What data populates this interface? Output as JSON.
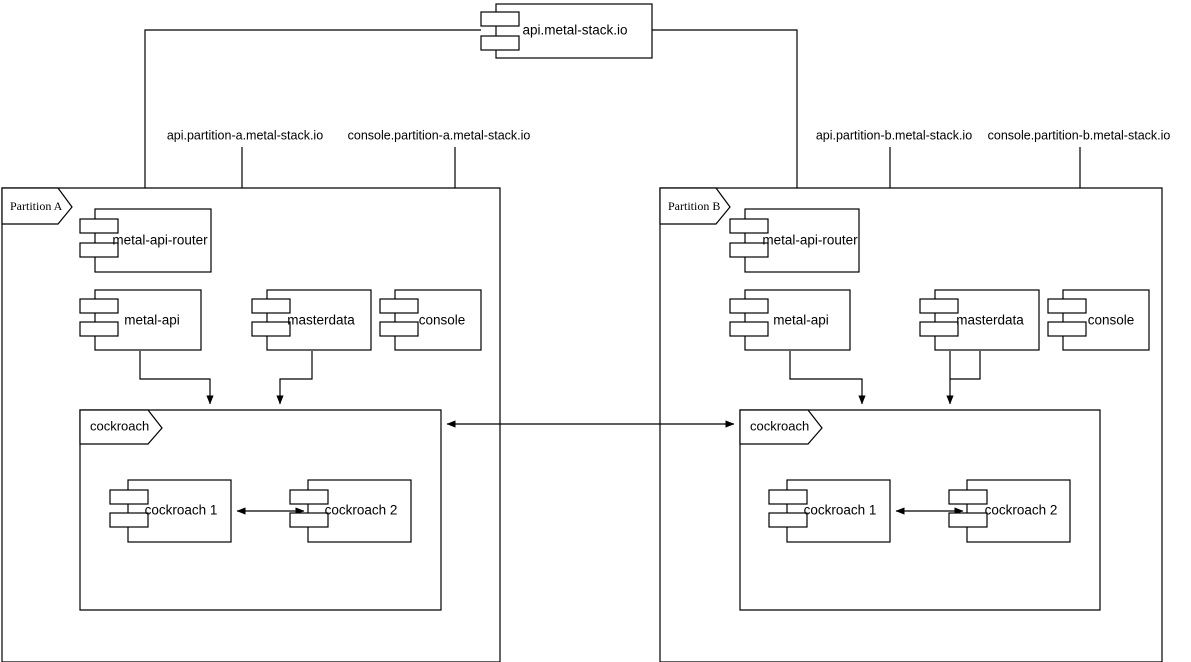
{
  "diagram": {
    "title_node": {
      "label": "api.metal-stack.io",
      "type": "component"
    },
    "endpoint_labels": [
      {
        "id": "api-a",
        "text": "api.partition-a.metal-stack.io"
      },
      {
        "id": "console-a",
        "text": "console.partition-a.metal-stack.io"
      },
      {
        "id": "api-b",
        "text": "api.partition-b.metal-stack.io"
      },
      {
        "id": "console-b",
        "text": "console.partition-b.metal-stack.io"
      }
    ],
    "partitions": [
      {
        "id": "partition-a",
        "label": "Partition A",
        "components": [
          {
            "id": "metal-api-router-a",
            "label": "metal-api-router"
          },
          {
            "id": "metal-api-a",
            "label": "metal-api"
          },
          {
            "id": "masterdata-a",
            "label": "masterdata"
          },
          {
            "id": "console-a",
            "label": "console"
          }
        ],
        "group": {
          "id": "cockroach-group-a",
          "label": "cockroach",
          "nodes": [
            {
              "id": "cockroach-1-a",
              "label": "cockroach 1"
            },
            {
              "id": "cockroach-2-a",
              "label": "cockroach 2"
            }
          ]
        }
      },
      {
        "id": "partition-b",
        "label": "Partition B",
        "components": [
          {
            "id": "metal-api-router-b",
            "label": "metal-api-router"
          },
          {
            "id": "metal-api-b",
            "label": "metal-api"
          },
          {
            "id": "masterdata-b",
            "label": "masterdata"
          },
          {
            "id": "console-b",
            "label": "console"
          }
        ],
        "group": {
          "id": "cockroach-group-b",
          "label": "cockroach",
          "nodes": [
            {
              "id": "cockroach-1-b",
              "label": "cockroach 1"
            },
            {
              "id": "cockroach-2-b",
              "label": "cockroach 2"
            }
          ]
        }
      }
    ],
    "colors": {
      "stroke": "#000000",
      "fill": "#ffffff",
      "background": "#ffffff"
    }
  }
}
